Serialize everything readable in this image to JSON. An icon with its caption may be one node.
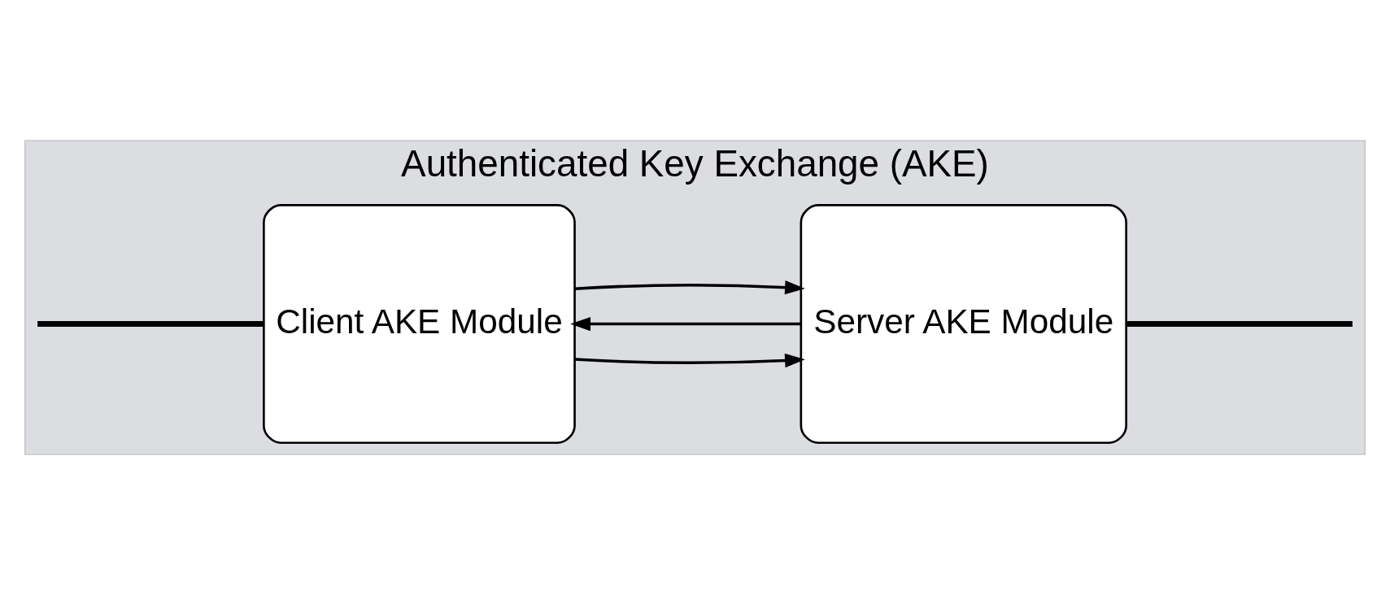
{
  "diagram": {
    "nodes": [
      {
        "text": [
          "Authenticated Key Exchange (AKE)"
        ]
      },
      {
        "text": [
          "Client AKE Module"
        ],
        "in": 0
      },
      {
        "text": [
          "Server AKE Module"
        ],
        "in": 0
      }
    ],
    "edges": [
      {
        "from": null,
        "to": 1,
        "arrow": "none",
        "style": "thick"
      },
      {
        "from": 1,
        "to": 2,
        "arrow": "to"
      },
      {
        "from": 2,
        "to": 1,
        "arrow": "to"
      },
      {
        "from": 1,
        "to": 2,
        "arrow": "to"
      },
      {
        "from": 2,
        "to": null,
        "arrow": "none",
        "style": "thick"
      }
    ]
  }
}
